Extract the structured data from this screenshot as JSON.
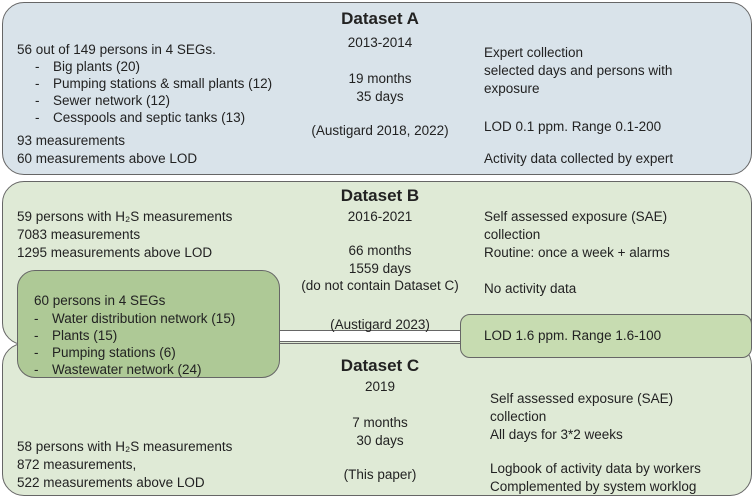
{
  "dataset_a": {
    "title": "Dataset A",
    "years": "2013-2014",
    "persons": "56 out of 149 persons in 4 SEGs.",
    "segs": [
      "Big plants (20)",
      "Pumping stations & small plants (12)",
      "Sewer network (12)",
      "Cesspools and septic tanks (13)"
    ],
    "measurements": "93 measurements",
    "above_lod": "60 measurements above LOD",
    "duration_months": "19 months",
    "duration_days": "35 days",
    "reference": "(Austigard 2018, 2022)",
    "collection_1": "Expert collection",
    "collection_2": "selected days and persons with",
    "collection_3": "exposure",
    "lod": "LOD 0.1 ppm. Range 0.1-200",
    "activity": "Activity data collected by expert"
  },
  "dataset_b": {
    "title": "Dataset B",
    "years": "2016-2021",
    "persons": "59 persons with H₂S measurements",
    "measurements": "7083 measurements",
    "above_lod": "1295 measurements above LOD",
    "duration_months": "66 months",
    "duration_days": "1559 days",
    "note": "(do not contain Dataset C)",
    "reference": "(Austigard 2023)",
    "collection_1": "Self assessed exposure (SAE)",
    "collection_2": "collection",
    "routine": "Routine: once a week + alarms",
    "activity": "No activity data"
  },
  "shared": {
    "persons": "60 persons in 4 SEGs",
    "segs": [
      "Water distribution network (15)",
      "Plants (15)",
      "Pumping stations (6)",
      "Wastewater network (24)"
    ],
    "lod": "LOD 1.6 ppm. Range 1.6-100"
  },
  "dataset_c": {
    "title": "Dataset C",
    "years": "2019",
    "duration_months": "7 months",
    "duration_days": "30 days",
    "reference": "(This paper)",
    "persons": "58 persons with H₂S measurements",
    "measurements": "872 measurements,",
    "above_lod": "522 measurements above LOD",
    "collection_1": "Self assessed exposure (SAE)",
    "collection_2": "collection",
    "days": "All days for 3*2 weeks",
    "activity_1": "Logbook of activity data by workers",
    "activity_2": "Complemented by system worklog"
  }
}
